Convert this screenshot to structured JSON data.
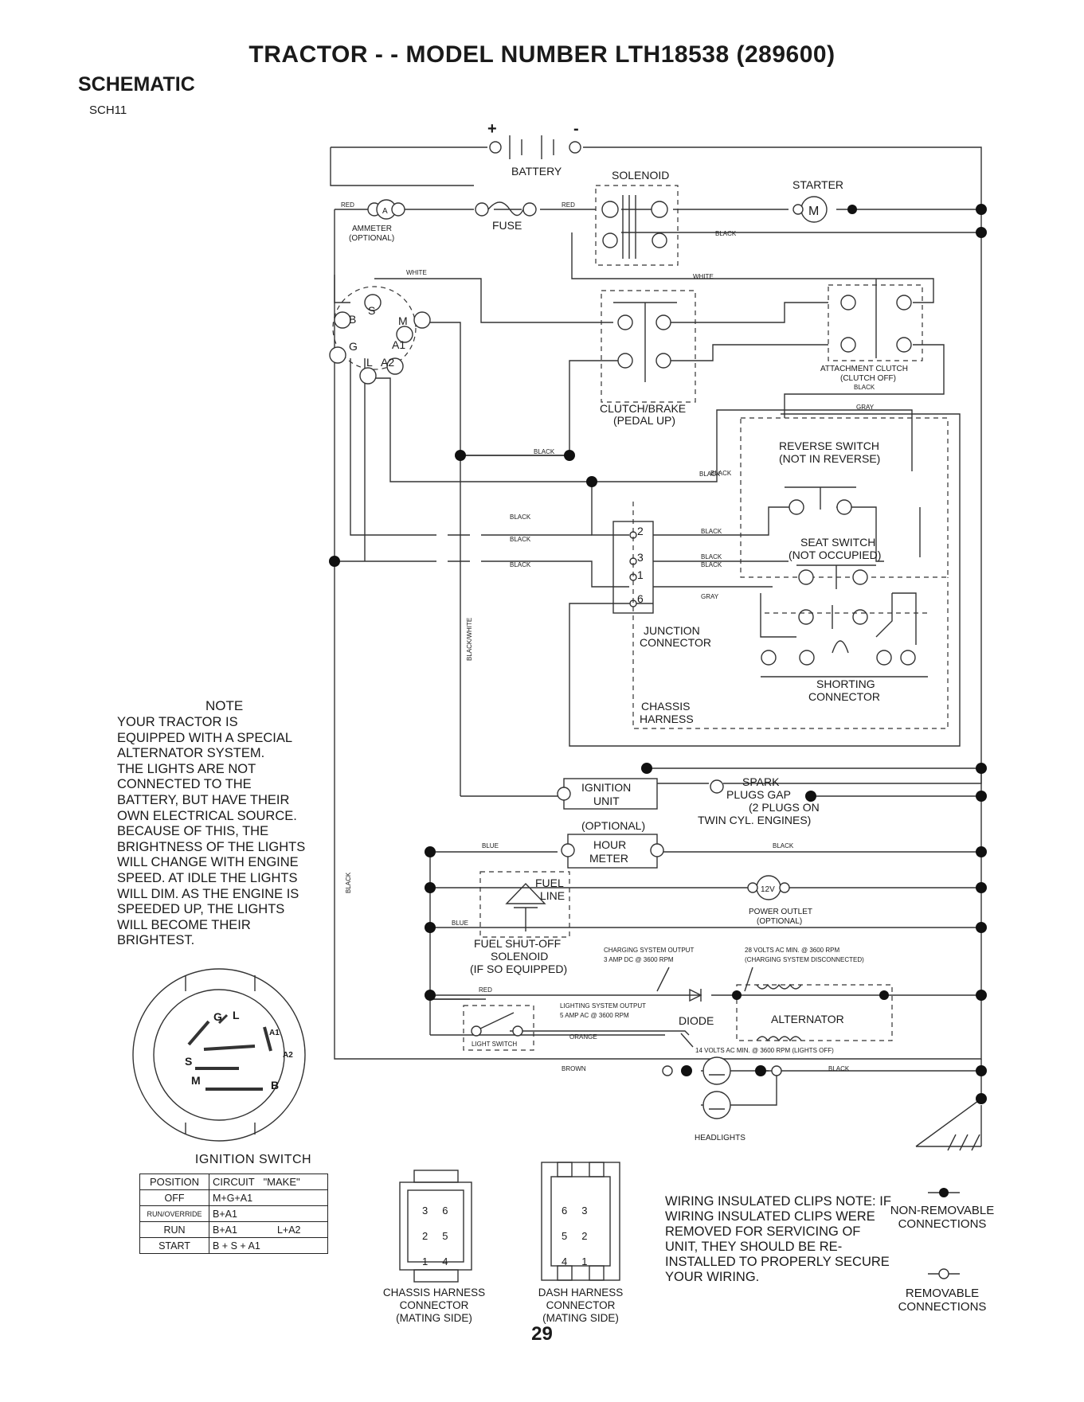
{
  "header": {
    "title": "TRACTOR - - MODEL NUMBER LTH18538 (289600)",
    "section": "SCHEMATIC",
    "code": "SCH11"
  },
  "diagram": {
    "battery": "BATTERY",
    "battery_plus": "+",
    "battery_minus": "-",
    "solenoid": "SOLENOID",
    "starter": "STARTER",
    "starter_m": "M",
    "ammeter": "AMMETER",
    "ammeter_optional": "(OPTIONAL)",
    "ammeter_a": "A",
    "fuse": "FUSE",
    "clutch_brake": "CLUTCH/BRAKE",
    "pedal_up": "(PEDAL UP)",
    "attachment_clutch": "ATTACHMENT CLUTCH",
    "clutch_off": "(CLUTCH OFF)",
    "reverse_switch": "REVERSE SWITCH",
    "not_in_reverse": "(NOT IN REVERSE)",
    "seat_switch": "SEAT SWITCH",
    "not_occupied": "(NOT OCCUPIED)",
    "junction": "JUNCTION",
    "connector": "CONNECTOR",
    "shorting": "SHORTING",
    "shorting_connector": "CONNECTOR",
    "chassis": "CHASSIS",
    "harness": "HARNESS",
    "ignition_unit_1": "IGNITION",
    "ignition_unit_2": "UNIT",
    "spark_1": "SPARK",
    "spark_2": "PLUGS GAP",
    "spark_3": "(2 PLUGS ON",
    "spark_4": "TWIN CYL. ENGINES)",
    "optional": "(OPTIONAL)",
    "hour_1": "HOUR",
    "hour_2": "METER",
    "fuel_1": "FUEL",
    "fuel_2": "LINE",
    "fso_1": "FUEL SHUT-OFF",
    "fso_2": "SOLENOID",
    "fso_3": "(IF SO EQUIPPED)",
    "outlet_12v": "12V",
    "power_outlet": "POWER OUTLET",
    "power_outlet_opt": "(OPTIONAL)",
    "charging_1": "CHARGING SYSTEM OUTPUT",
    "charging_2": "3 AMP DC @ 3600 RPM",
    "volts28_1": "28 VOLTS AC MIN. @ 3600 RPM",
    "volts28_2": "(CHARGING SYSTEM DISCONNECTED)",
    "lighting_1": "LIGHTING SYSTEM OUTPUT",
    "lighting_2": "5 AMP AC @ 3600 RPM",
    "diode": "DIODE",
    "alternator": "ALTERNATOR",
    "volts14": "14 VOLTS AC MIN. @ 3600 RPM (LIGHTS OFF)",
    "light_switch": "LIGHT SWITCH",
    "headlights": "HEADLIGHTS",
    "pin_1": "1",
    "pin_2": "2",
    "pin_3": "3",
    "pin_6": "6",
    "sw_b": "B",
    "sw_s": "S",
    "sw_m": "M",
    "sw_g": "G",
    "sw_l": "L",
    "sw_a1": "A1",
    "sw_a2": "A2",
    "wires": {
      "red": "RED",
      "white": "WHITE",
      "black": "BLACK",
      "gray": "GRAY",
      "blue": "BLUE",
      "brown": "BROWN",
      "orange": "ORANGE",
      "black_white": "BLACK/WHITE"
    }
  },
  "note": {
    "title": "NOTE",
    "body": "YOUR TRACTOR IS\nEQUIPPED WITH A SPECIAL\nALTERNATOR SYSTEM.\nTHE LIGHTS ARE NOT\nCONNECTED TO THE\nBATTERY, BUT HAVE THEIR\nOWN ELECTRICAL SOURCE.\nBECAUSE OF THIS, THE\nBRIGHTNESS OF THE LIGHTS\nWILL CHANGE WITH ENGINE\nSPEED.  AT IDLE THE LIGHTS\nWILL DIM.  AS THE ENGINE IS\nSPEEDED UP, THE LIGHTS\nWILL BECOME THEIR\nBRIGHTEST."
  },
  "ignition_switch": {
    "label": "IGNITION SWITCH",
    "face": {
      "g": "G",
      "l": "L",
      "a1": "A1",
      "a2": "A2",
      "s": "S",
      "m": "M",
      "b": "B"
    },
    "headers": [
      "POSITION",
      "CIRCUIT",
      "\"MAKE\""
    ],
    "rows": [
      {
        "position": "OFF",
        "circuit": "M+G+A1",
        "extra": ""
      },
      {
        "position": "RUN/OVERRIDE",
        "circuit": "B+A1",
        "extra": ""
      },
      {
        "position": "RUN",
        "circuit": "B+A1",
        "extra": "L+A2"
      },
      {
        "position": "START",
        "circuit": "B + S + A1",
        "extra": ""
      }
    ]
  },
  "connectors": {
    "chassis": {
      "line1": "CHASSIS HARNESS",
      "line2": "CONNECTOR",
      "line3": "(MATING SIDE)",
      "pins": [
        "3",
        "6",
        "2",
        "5",
        "1",
        "4"
      ]
    },
    "dash": {
      "line1": "DASH HARNESS",
      "line2": "CONNECTOR",
      "line3": "(MATING SIDE)",
      "pins": [
        "6",
        "3",
        "5",
        "2",
        "4",
        "1"
      ]
    }
  },
  "wiring_note": "WIRING INSULATED CLIPS NOTE: IF WIRING INSULATED CLIPS WERE REMOVED FOR SERVICING OF UNIT, THEY SHOULD BE RE-INSTALLED TO PROPERLY SECURE YOUR WIRING.",
  "legend": {
    "non_removable": "NON-REMOVABLE CONNECTIONS",
    "removable": "REMOVABLE CONNECTIONS"
  },
  "page_number": "29"
}
